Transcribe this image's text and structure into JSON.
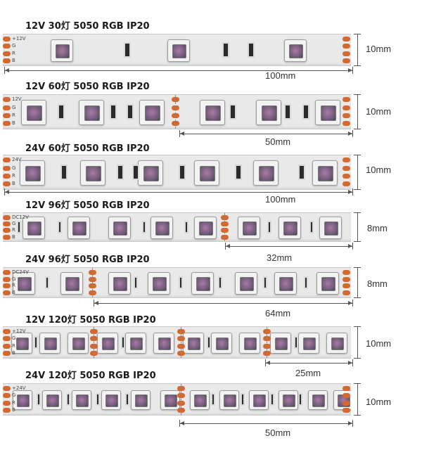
{
  "strips": [
    {
      "title": "12V 30灯 5050 RGB IP20",
      "height": "10mm",
      "segment": "100mm",
      "pad_labels": [
        "+12V",
        "G",
        "R",
        "B"
      ]
    },
    {
      "title": "12V 60灯 5050 RGB IP20",
      "height": "10mm",
      "segment": "50mm",
      "pad_labels": [
        "12V",
        "G",
        "R",
        "B"
      ]
    },
    {
      "title": "24V 60灯 5050 RGB IP20",
      "height": "10mm",
      "segment": "100mm",
      "pad_labels": [
        "24V",
        "G",
        "R",
        "B"
      ]
    },
    {
      "title": "12V 96灯 5050 RGB IP20",
      "height": "8mm",
      "segment": "32mm",
      "pad_labels": [
        "DC12V",
        "G",
        "R",
        "B"
      ]
    },
    {
      "title": "24V 96灯 5050 RGB IP20",
      "height": "8mm",
      "segment": "64mm",
      "pad_labels": [
        "DC24V",
        "G",
        "R",
        "B"
      ]
    },
    {
      "title": "12V 120灯 5050 RGB IP20",
      "height": "10mm",
      "segment": "25mm",
      "pad_labels": [
        "+12V",
        "G",
        "R",
        "B"
      ]
    },
    {
      "title": "24V 120灯 5050 RGB IP20",
      "height": "10mm",
      "segment": "50mm",
      "pad_labels": [
        "+24V",
        "G",
        "R",
        "B"
      ]
    }
  ],
  "colors": {
    "pcb": "#e9e9ea",
    "pad": "#d3692f",
    "chip": "#6c5873",
    "resistor": "#2b2b2b"
  }
}
